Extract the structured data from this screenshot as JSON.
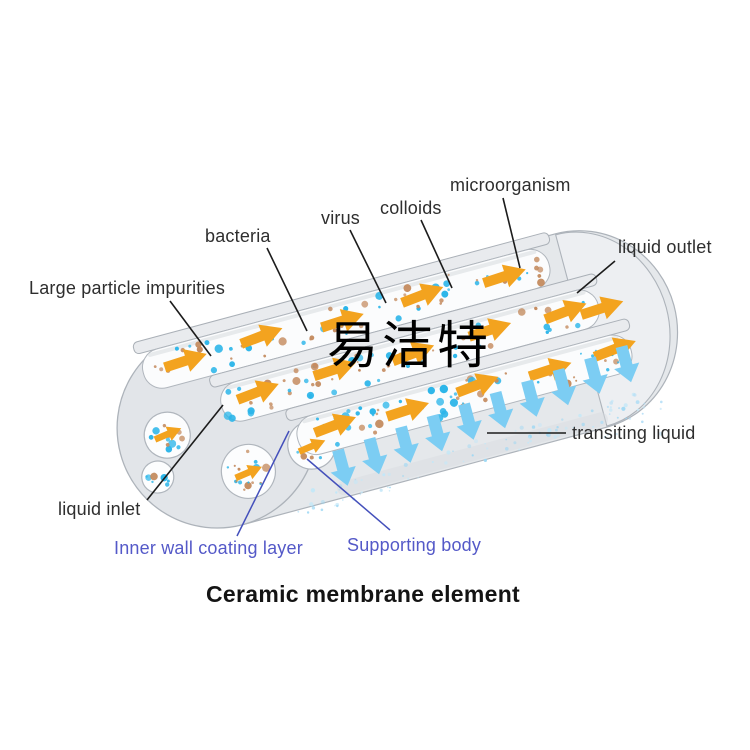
{
  "title": "Ceramic membrane element",
  "watermark": "易洁特",
  "labels": {
    "large_particle": "Large particle impurities",
    "bacteria": "bacteria",
    "virus": "virus",
    "colloids": "colloids",
    "microorganism": "microorganism",
    "liquid_outlet": "liquid outlet",
    "transiting_liquid": "transiting liquid",
    "liquid_inlet": "liquid inlet",
    "inner_wall": "Inner wall coating layer",
    "supporting_body": "Supporting body"
  },
  "colors": {
    "label_text": "#2e2e2e",
    "blue_label": "#5459c8",
    "leader_black": "#1c1c1c",
    "leader_blue": "#4450bb",
    "flow_arrow": "#f3a31f",
    "permeate_arrow": "#7ccdf3",
    "particle_cyan": "#2bb5e9",
    "particle_tan": "#c48b5f",
    "body_fill": "#e5e8eb",
    "body_stroke": "#adb3ba",
    "end_cap_fill": "#edeff2",
    "channel_fill": "#fbfcfd",
    "rim_fill": "#e9ebee",
    "face_fill": "#e2e5e9",
    "title_text": "#141414",
    "watermark_text": "#000000",
    "background": "#ffffff"
  }
}
